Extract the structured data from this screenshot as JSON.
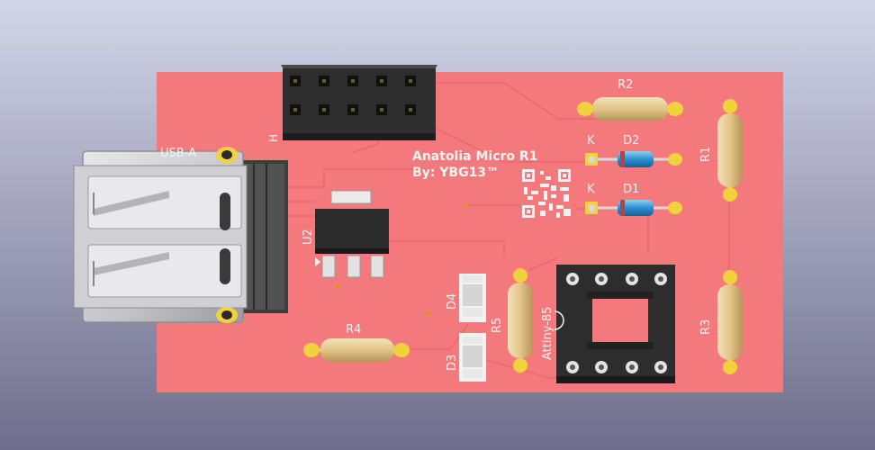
{
  "board": {
    "title_line1": "Anatolia Micro R1",
    "title_line2": "By: YBG13™"
  },
  "labels": {
    "usb": "USB-A",
    "u2": "U2",
    "r1": "R1",
    "r2": "R2",
    "r3": "R3",
    "r4": "R4",
    "r5": "R5",
    "d1": "D1",
    "d2": "D2",
    "d3": "D3",
    "d4": "D4",
    "k1": "K",
    "k2": "K",
    "attiny": "Attiny-85",
    "h": "H"
  },
  "colors": {
    "background_top": "#cfd1e4",
    "background_bottom": "#727290",
    "board": "#f4797c",
    "silkscreen": "#f2f2f2",
    "copper_pad": "#f0d23c"
  },
  "icons": {
    "qr": "qr-code-icon",
    "usb": "usb-connector-icon",
    "regulator": "regulator-chip-icon",
    "socket": "dip8-socket-icon",
    "header": "pin-header-icon"
  }
}
